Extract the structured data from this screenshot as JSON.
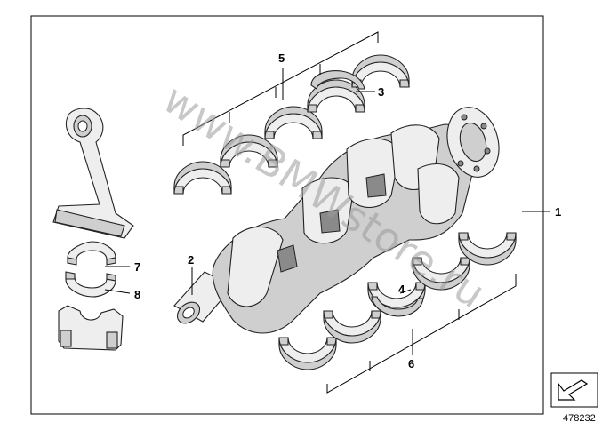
{
  "callouts": {
    "c1": "1",
    "c2": "2",
    "c3": "3",
    "c4": "4",
    "c5": "5",
    "c6": "6",
    "c7": "7",
    "c8": "8"
  },
  "diagram_number": "478232",
  "watermark": "www.BMWstore.ru",
  "icons": {
    "navigation": "arrow-icon"
  },
  "colors": {
    "line": "#000000",
    "part_fill": "#eeeeee",
    "watermark": "#9a9a9a"
  }
}
